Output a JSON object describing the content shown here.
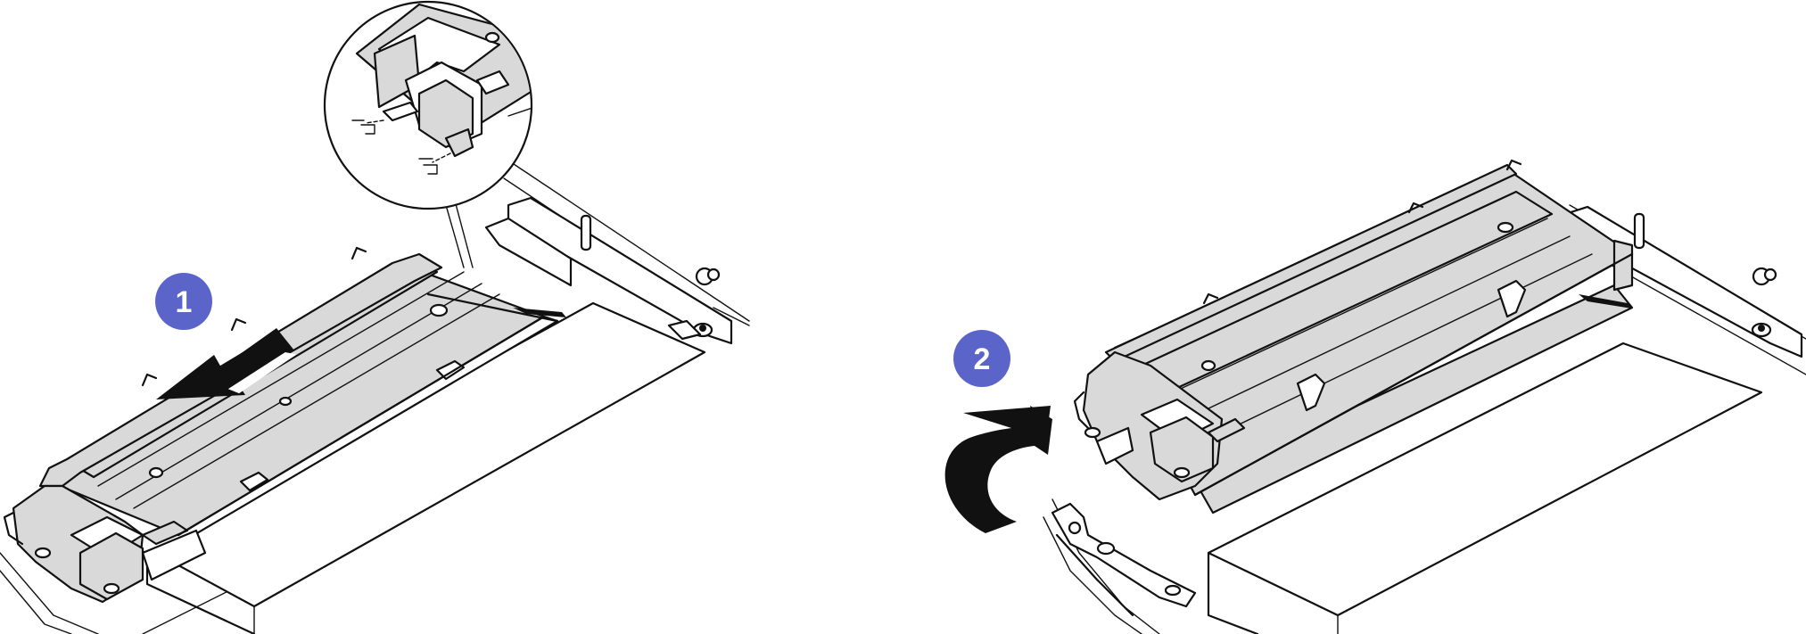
{
  "steps": [
    {
      "number": "1",
      "action": "slide",
      "icon": "arrow-left-icon"
    },
    {
      "number": "2",
      "action": "rotate",
      "icon": "curved-arrow-icon"
    }
  ],
  "colors": {
    "badge_fill": "#5b64c9",
    "arrow_fill": "#111111",
    "part_fill": "#d9d9d9",
    "line": "#111111",
    "background": "#ffffff"
  }
}
